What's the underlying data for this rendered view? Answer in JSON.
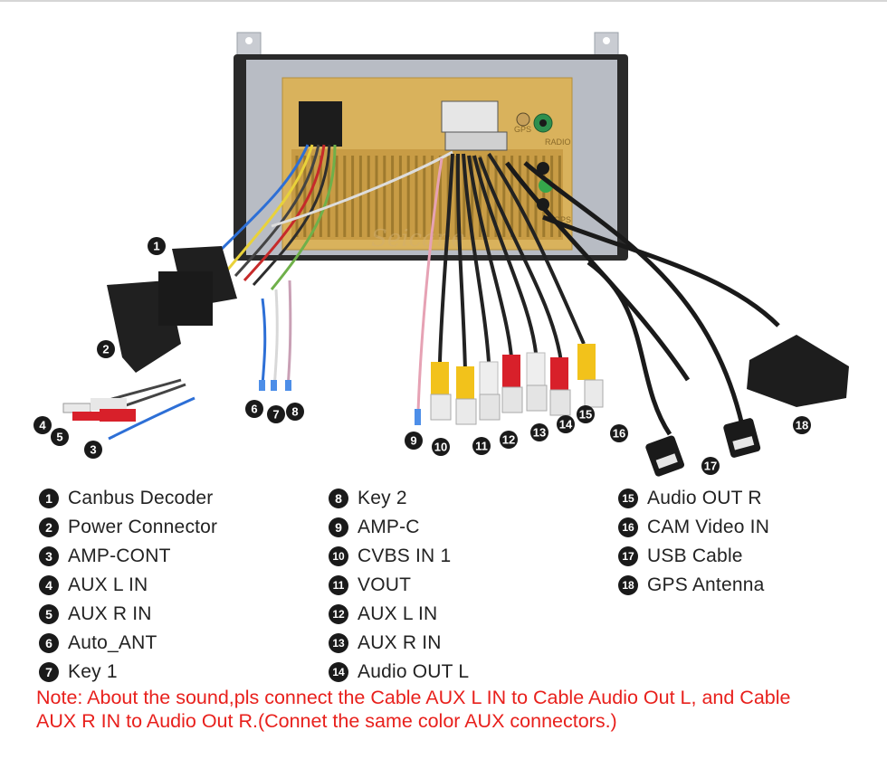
{
  "watermark": "Seicane",
  "unit_labels": {
    "gps": "GPS",
    "radio": "RADIO",
    "gps_bottom": "GPS"
  },
  "callouts": [
    "1",
    "2",
    "3",
    "4",
    "5",
    "6",
    "7",
    "8",
    "9",
    "10",
    "11",
    "12",
    "13",
    "14",
    "15",
    "16",
    "17",
    "18"
  ],
  "legend": {
    "col1": [
      {
        "num": "1",
        "label": "Canbus Decoder"
      },
      {
        "num": "2",
        "label": "Power Connector"
      },
      {
        "num": "3",
        "label": "AMP-CONT"
      },
      {
        "num": "4",
        "label": "AUX L IN"
      },
      {
        "num": "5",
        "label": "AUX R IN"
      },
      {
        "num": "6",
        "label": "Auto_ANT"
      },
      {
        "num": "7",
        "label": "Key 1"
      }
    ],
    "col2": [
      {
        "num": "8",
        "label": "Key 2"
      },
      {
        "num": "9",
        "label": "AMP-C"
      },
      {
        "num": "10",
        "label": "CVBS IN 1"
      },
      {
        "num": "11",
        "label": "VOUT"
      },
      {
        "num": "12",
        "label": "AUX L IN"
      },
      {
        "num": "13",
        "label": "AUX R IN"
      },
      {
        "num": "14",
        "label": "Audio OUT L"
      }
    ],
    "col3": [
      {
        "num": "15",
        "label": "Audio OUT R"
      },
      {
        "num": "16",
        "label": "CAM Video IN"
      },
      {
        "num": "17",
        "label": "USB Cable"
      },
      {
        "num": "18",
        "label": "GPS Antenna"
      }
    ]
  },
  "note": {
    "line1": "Note: About the sound,pls connect the Cable AUX L IN to Cable Audio Out L, and Cable",
    "line2": "AUX R IN to  Audio Out R.(Connet the same color AUX connectors.)"
  },
  "colors": {
    "note_red": "#e8201c",
    "gold_board": "#d9b25c",
    "rca_yellow": "#f2c21b",
    "rca_red": "#d8202a",
    "rca_white": "#eeeeee",
    "badge": "#1a1a1a"
  }
}
